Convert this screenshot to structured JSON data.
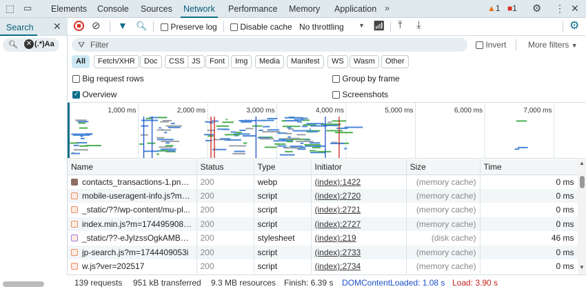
{
  "tabs": [
    "Elements",
    "Console",
    "Sources",
    "Network",
    "Performance",
    "Memory",
    "Application"
  ],
  "active_tab": "Network",
  "badges": {
    "warnings": "1",
    "errors": "1"
  },
  "search_panel": {
    "title": "Search",
    "options": "(.*)Aa"
  },
  "toolbar": {
    "preserve_log": "Preserve log",
    "disable_cache": "Disable cache",
    "throttling": "No throttling"
  },
  "filter": {
    "placeholder": "Filter",
    "invert": "Invert",
    "more_filters": "More filters"
  },
  "chips": [
    "All",
    "Fetch/XHR",
    "Doc",
    "CSS",
    "JS",
    "Font",
    "Img",
    "Media",
    "Manifest",
    "WS",
    "Wasm",
    "Other"
  ],
  "options": {
    "big_rows": "Big request rows",
    "group_by_frame": "Group by frame",
    "overview": "Overview",
    "screenshots": "Screenshots",
    "overview_checked": true
  },
  "overview_ticks": [
    "1,000 ms",
    "2,000 ms",
    "3,000 ms",
    "4,000 ms",
    "5,000 ms",
    "6,000 ms",
    "7,000 ms"
  ],
  "columns": [
    "Name",
    "Status",
    "Type",
    "Initiator",
    "Size",
    "Time"
  ],
  "rows": [
    {
      "name": "contacts_transactions-1.png?...",
      "status": "200",
      "type": "webp",
      "initiator": "(index):1422",
      "size": "(memory cache)",
      "time": "0 ms",
      "icon": "image"
    },
    {
      "name": "mobile-useragent-info.js?m=...",
      "status": "200",
      "type": "script",
      "initiator": "(index):2720",
      "size": "(memory cache)",
      "time": "0 ms",
      "icon": "script"
    },
    {
      "name": "_static/??/wp-content/mu-pl...",
      "status": "200",
      "type": "script",
      "initiator": "(index):2721",
      "size": "(memory cache)",
      "time": "0 ms",
      "icon": "script"
    },
    {
      "name": "index.min.js?m=1744959081i...",
      "status": "200",
      "type": "script",
      "initiator": "(index):2727",
      "size": "(memory cache)",
      "time": "0 ms",
      "icon": "script"
    },
    {
      "name": "_static/??-eJylzssOgkAMBdAf...",
      "status": "200",
      "type": "stylesheet",
      "initiator": "(index):219",
      "size": "(disk cache)",
      "time": "46 ms",
      "icon": "stylesheet"
    },
    {
      "name": "jp-search.js?m=1744409053i",
      "status": "200",
      "type": "script",
      "initiator": "(index):2733",
      "size": "(memory cache)",
      "time": "0 ms",
      "icon": "script"
    },
    {
      "name": "w.js?ver=202517",
      "status": "200",
      "type": "script",
      "initiator": "(index):2734",
      "size": "(memory cache)",
      "time": "0 ms",
      "icon": "script"
    }
  ],
  "summary": {
    "requests": "139 requests",
    "transferred": "951 kB transferred",
    "resources": "9.3 MB resources",
    "finish": "Finish: 6.39 s",
    "dcl": "DOMContentLoaded: 1.08 s",
    "load": "Load: 3.90 s"
  },
  "colors": {
    "accent": "#0b6e8a",
    "dcl": "#1a4fc9",
    "load": "#c5221f"
  }
}
